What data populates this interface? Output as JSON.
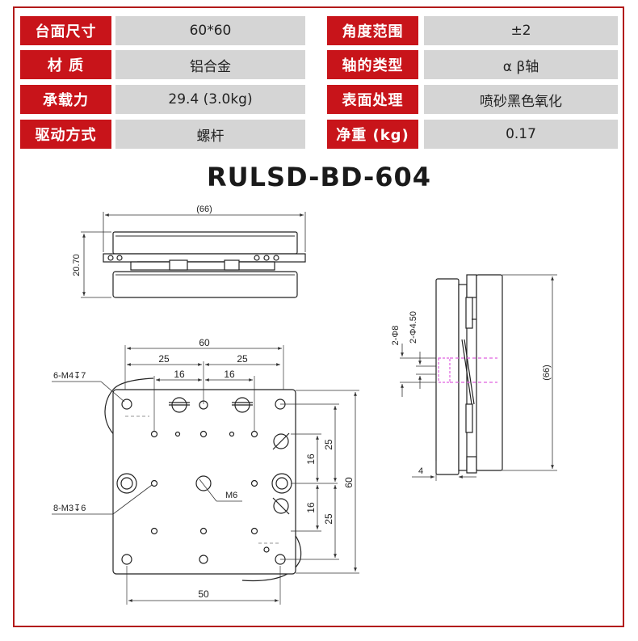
{
  "specs": [
    {
      "label": "台面尺寸",
      "value": "60*60"
    },
    {
      "label": "角度范围",
      "value": "±2"
    },
    {
      "label": "材 质",
      "value": "铝合金"
    },
    {
      "label": "轴的类型",
      "value": "α β轴"
    },
    {
      "label": "承载力",
      "value": "29.4 (3.0kg)"
    },
    {
      "label": "表面处理",
      "value": "喷砂黑色氧化"
    },
    {
      "label": "驱动方式",
      "value": "螺杆"
    },
    {
      "label": "净重 (kg)",
      "value": "0.17"
    }
  ],
  "model": "RULSD-BD-604",
  "dimensions": {
    "front_width": "(66)",
    "front_height": "20.70",
    "top_width": "60",
    "top_span_left": "25",
    "top_span_right": "25",
    "top_inner_left": "16",
    "top_inner_right": "16",
    "right_60": "60",
    "right_25_top": "25",
    "right_16_top": "16",
    "right_16_bot": "16",
    "right_25_bot": "25",
    "bottom_50": "50",
    "hole_m4": "6-M4↧7",
    "hole_m3": "8-M3↧6",
    "hole_m6": "M6",
    "side_height": "(66)",
    "side_d8": "2-Φ8",
    "side_d450": "2-Φ4.50",
    "side_4": "4"
  },
  "colors": {
    "label_bg": "#c8141a",
    "value_bg": "#d5d5d5",
    "frame": "#b21a1a"
  }
}
